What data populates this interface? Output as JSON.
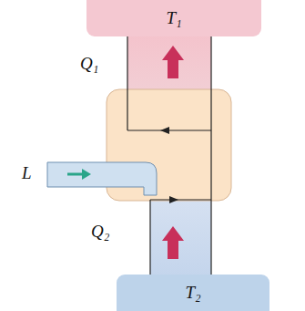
{
  "diagram": {
    "nodes": [
      {
        "text": [
          "T₁"
        ]
      },
      {
        "text": [
          "T₂"
        ]
      }
    ],
    "labels": [
      "Q₁",
      "L",
      "Q₂"
    ]
  }
}
